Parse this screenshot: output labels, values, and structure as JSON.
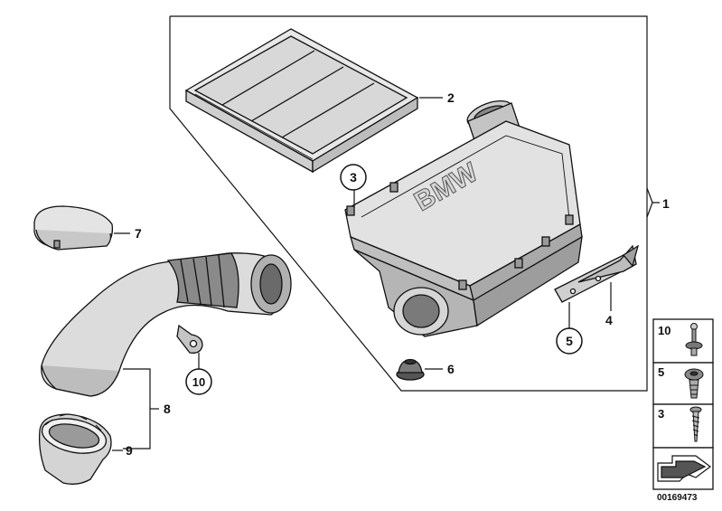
{
  "diagram": {
    "callouts": {
      "c1": "1",
      "c2": "2",
      "c3": "3",
      "c4": "4",
      "c5": "5",
      "c6": "6",
      "c7": "7",
      "c8": "8",
      "c9": "9",
      "c10": "10"
    },
    "emblem_text": "BMW",
    "legend": {
      "rows": [
        {
          "label": "10",
          "icon": "clip-icon"
        },
        {
          "label": "5",
          "icon": "grommet-icon"
        },
        {
          "label": "3",
          "icon": "screw-icon"
        }
      ],
      "arrow_icon": "arrow-icon"
    },
    "document_number": "00169473"
  }
}
